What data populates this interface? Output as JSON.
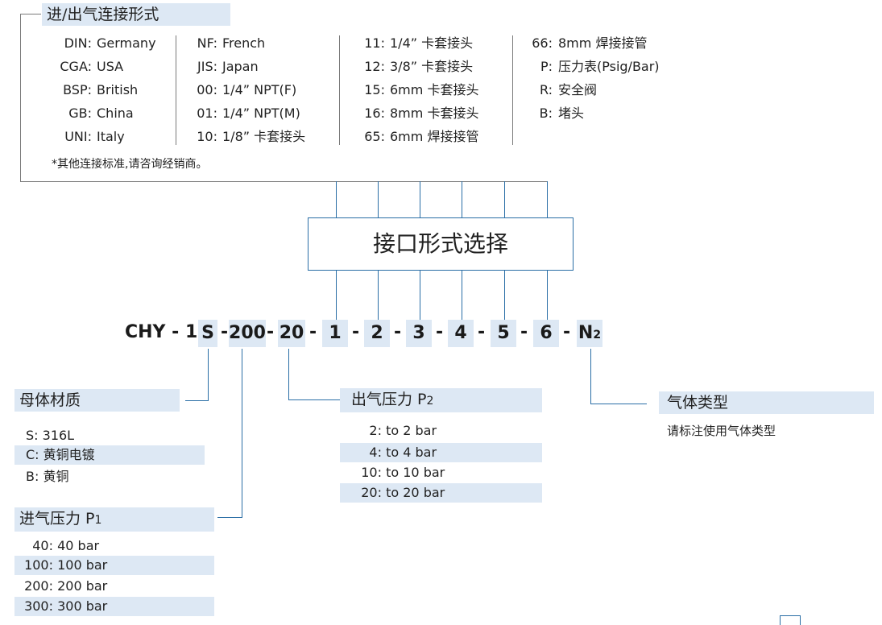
{
  "inlet_outlet": {
    "title": "进/出气连接形式",
    "note": "*其他连接标准,请咨询经销商。",
    "col1": [
      {
        "code": "DIN:",
        "text": "Germany"
      },
      {
        "code": "CGA:",
        "text": "USA"
      },
      {
        "code": "BSP:",
        "text": "British"
      },
      {
        "code": "GB:",
        "text": "China"
      },
      {
        "code": "UNI:",
        "text": "Italy"
      }
    ],
    "col2": [
      {
        "code": "NF:",
        "text": "French"
      },
      {
        "code": "JIS:",
        "text": "Japan"
      },
      {
        "code": "00:",
        "text": "1/4” NPT(F)"
      },
      {
        "code": "01:",
        "text": "1/4” NPT(M)"
      },
      {
        "code": "10:",
        "text": "1/8”  卡套接头"
      }
    ],
    "col3": [
      {
        "code": "11:",
        "text": "1/4”  卡套接头"
      },
      {
        "code": "12:",
        "text": "3/8”  卡套接头"
      },
      {
        "code": "15:",
        "text": "6mm 卡套接头"
      },
      {
        "code": "16:",
        "text": "8mm 卡套接头"
      },
      {
        "code": "65:",
        "text": "6mm 焊接接管"
      }
    ],
    "col4": [
      {
        "code": "66:",
        "text": "8mm 焊接接管"
      },
      {
        "code": "P:",
        "text": "压力表(Psig/Bar)"
      },
      {
        "code": "R:",
        "text": "安全阀"
      },
      {
        "code": "B:",
        "text": "堵头"
      }
    ]
  },
  "selector_box": "接口形式选择",
  "model_code": {
    "prefix": "CHY - 1",
    "s": "S",
    "dash1": "-",
    "p1": "200",
    "dash2": "-",
    "p2": "20",
    "d": "-",
    "ports": [
      "1",
      "2",
      "3",
      "4",
      "5",
      "6"
    ],
    "gas": "N",
    "gas_sub": "2"
  },
  "body_material": {
    "title": "母体材质",
    "items": [
      {
        "code": "S:",
        "text": "316L"
      },
      {
        "code": "C:",
        "text": "黄铜电镀"
      },
      {
        "code": "B:",
        "text": "黄铜"
      }
    ]
  },
  "inlet_pressure": {
    "title": "进气压力 P",
    "sub": "1",
    "items": [
      {
        "code": "40:",
        "text": "40 bar"
      },
      {
        "code": "100:",
        "text": "100 bar"
      },
      {
        "code": "200:",
        "text": "200 bar"
      },
      {
        "code": "300:",
        "text": "300 bar"
      }
    ]
  },
  "outlet_pressure": {
    "title": "出气压力 P",
    "sub": "2",
    "items": [
      {
        "code": "2:",
        "text": "to 2 bar"
      },
      {
        "code": "4:",
        "text": "to 4 bar"
      },
      {
        "code": "10:",
        "text": "to 10 bar"
      },
      {
        "code": "20:",
        "text": "to 20 bar"
      }
    ]
  },
  "gas_type": {
    "title": "气体类型",
    "note": "请标注使用气体类型"
  }
}
